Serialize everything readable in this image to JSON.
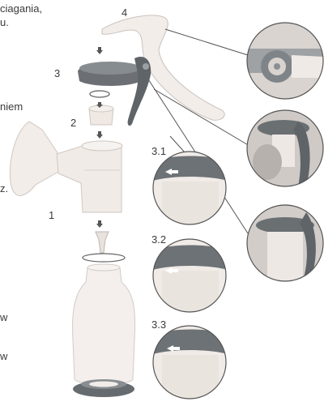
{
  "text_fragments": {
    "line1": "ciagania,",
    "line2": "u.",
    "line3": "niem",
    "line4": "z.",
    "line5": "w",
    "line6": "w"
  },
  "labels": {
    "part1": "1",
    "part2": "2",
    "part3": "3",
    "part4": "4",
    "step31": "3.1",
    "step32": "3.2",
    "step33": "3.3"
  },
  "colors": {
    "accent": "#6a6f72",
    "part_fill": "#efe9e5",
    "handle": "#5e6468",
    "bottle": "#f3eeeb",
    "outline": "#9a9a9a"
  }
}
